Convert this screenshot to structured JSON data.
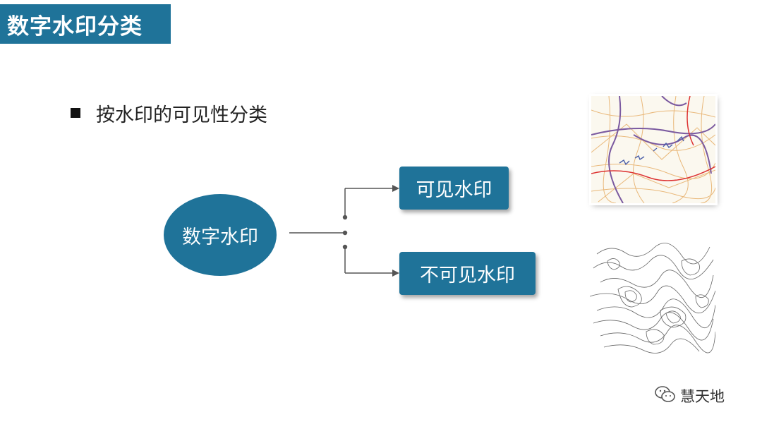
{
  "title": "数字水印分类",
  "bullet": {
    "text": "按水印的可见性分类"
  },
  "diagram": {
    "root": "数字水印",
    "branches": [
      "可见水印",
      "不可见水印"
    ]
  },
  "footer": {
    "brand": "慧天地",
    "icon": "wechat-icon"
  },
  "colors": {
    "primary": "#1f7399",
    "connector": "#555555"
  }
}
